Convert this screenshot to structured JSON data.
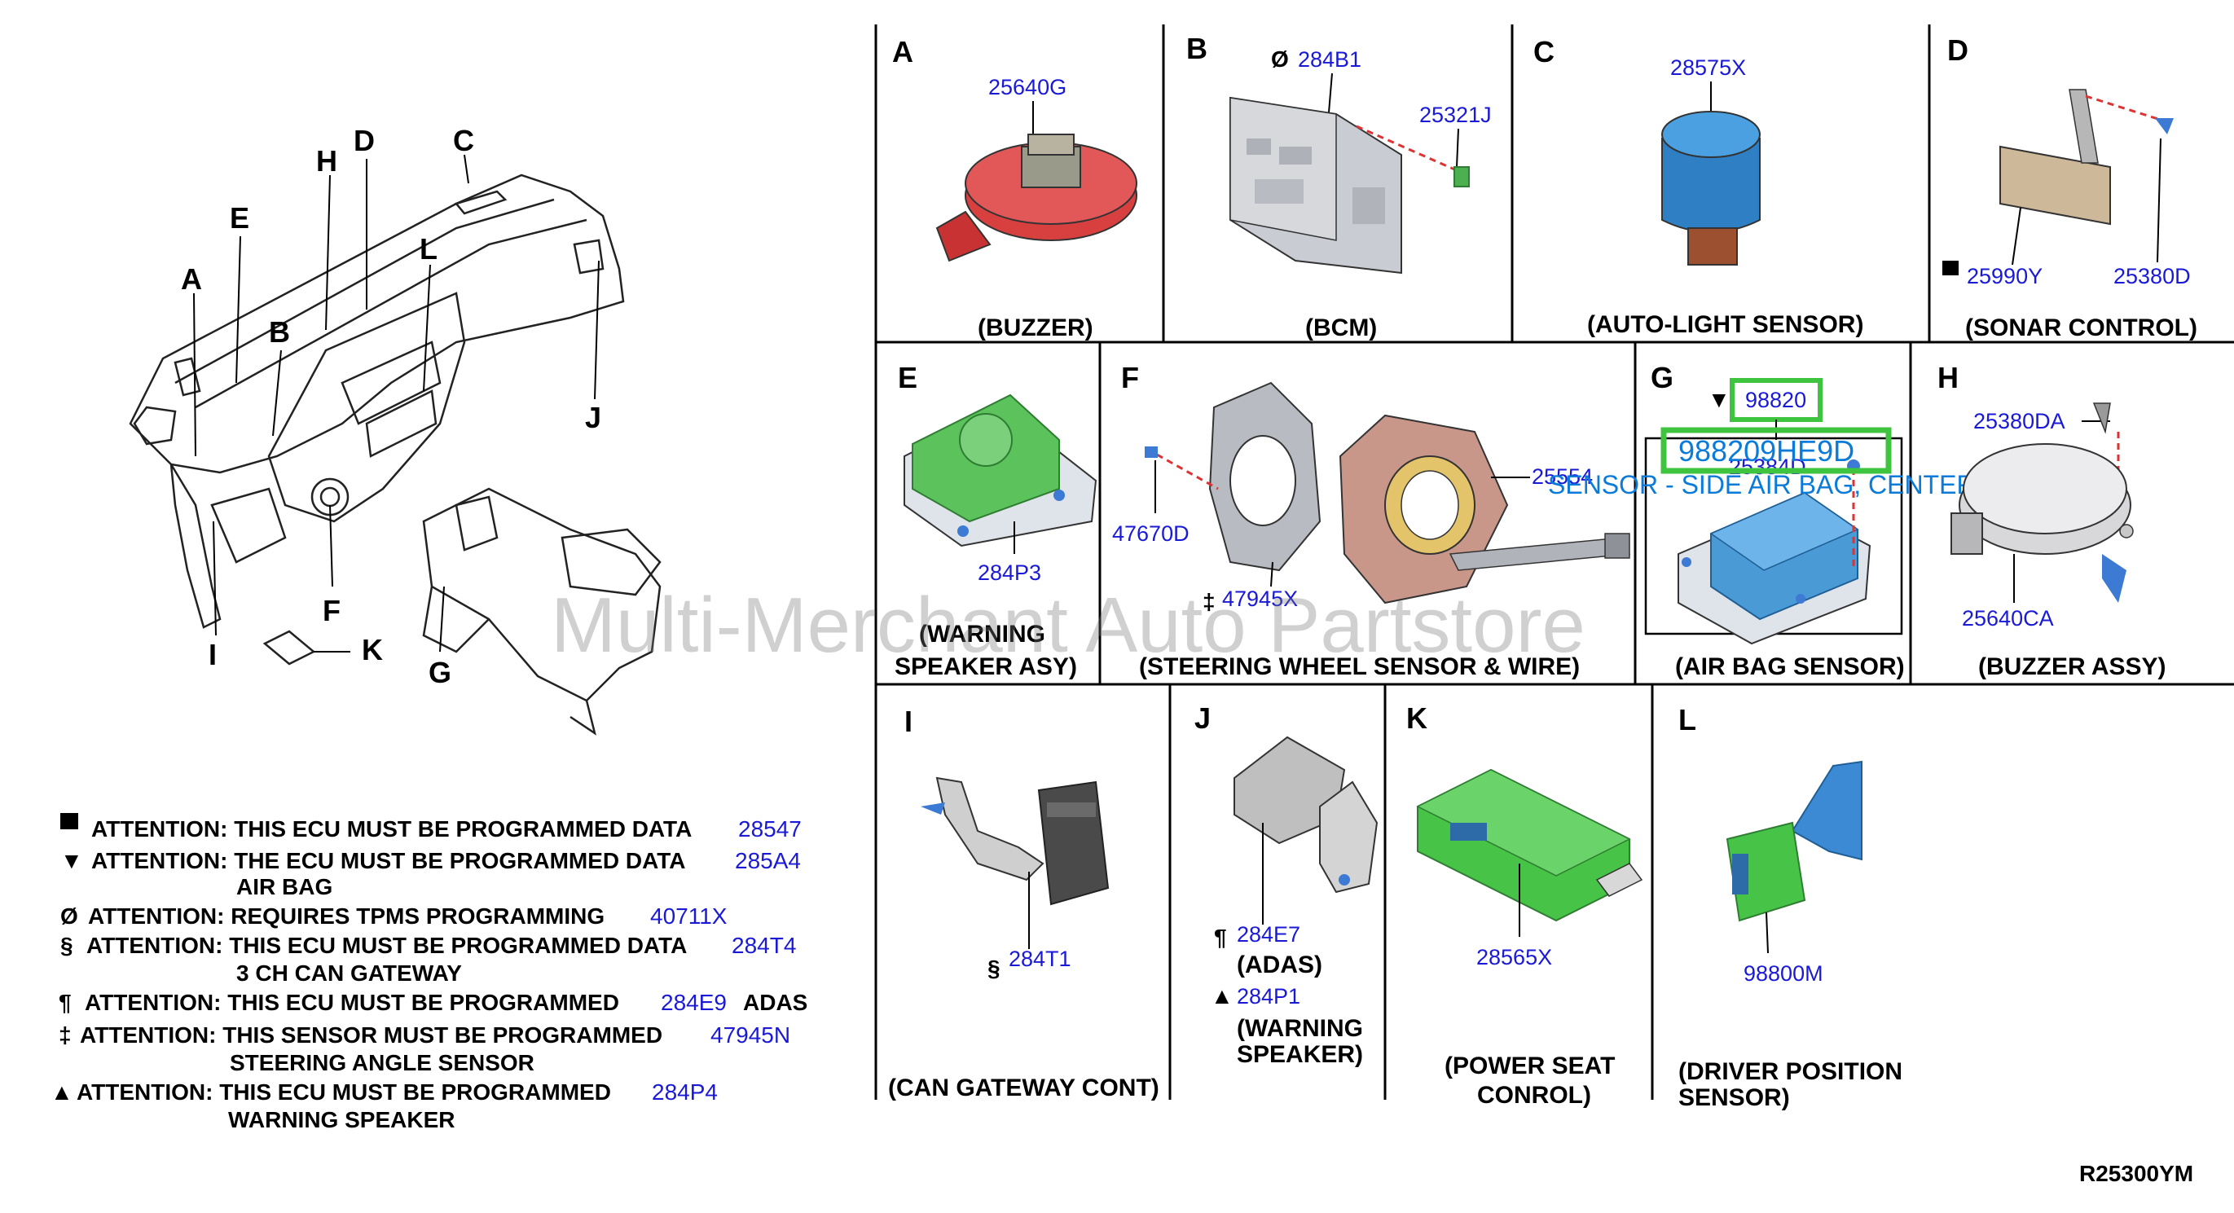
{
  "diagram_id": "R25300YM",
  "watermark": "Multi-Merchant Auto Partstore",
  "overview_letters": [
    "A",
    "B",
    "C",
    "D",
    "E",
    "F",
    "G",
    "H",
    "I",
    "J",
    "K",
    "L"
  ],
  "panels": {
    "A": {
      "letter": "A",
      "parts": [
        "25640G"
      ],
      "caption": "(BUZZER)"
    },
    "B": {
      "letter": "B",
      "parts": [
        "284B1",
        "25321J"
      ],
      "symbols": [
        "Ø"
      ],
      "caption": "(BCM)"
    },
    "C": {
      "letter": "C",
      "parts": [
        "28575X"
      ],
      "caption": "(AUTO-LIGHT SENSOR)"
    },
    "D": {
      "letter": "D",
      "parts": [
        "25990Y",
        "25380D"
      ],
      "symbols": [
        "■"
      ],
      "caption": "(SONAR CONTROL)"
    },
    "E": {
      "letter": "E",
      "parts": [
        "284P3"
      ],
      "caption_lines": [
        "(WARNING",
        "SPEAKER ASY)"
      ]
    },
    "F": {
      "letter": "F",
      "parts": [
        "47670D",
        "47945X",
        "25554"
      ],
      "symbols": [
        "‡"
      ],
      "caption": "(STEERING WHEEL SENSOR & WIRE)"
    },
    "G": {
      "letter": "G",
      "parts": [
        "98820",
        "25384D"
      ],
      "symbols": [
        "▼"
      ],
      "caption": "(AIR BAG SENSOR)",
      "highlight_part": "988209HE9D",
      "highlight_desc": "SENSOR - SIDE AIR BAG, CENTER"
    },
    "H": {
      "letter": "H",
      "parts": [
        "25380DA",
        "25640CA"
      ],
      "caption": "(BUZZER ASSY)"
    },
    "I": {
      "letter": "I",
      "parts": [
        "284T1"
      ],
      "symbols": [
        "§"
      ],
      "caption": "(CAN GATEWAY CONT)"
    },
    "J": {
      "letter": "J",
      "parts": [
        "284E7",
        "284P1"
      ],
      "symbols": [
        "¶",
        "▲"
      ],
      "labels": [
        "(ADAS)",
        "(WARNING",
        "SPEAKER)"
      ]
    },
    "K": {
      "letter": "K",
      "parts": [
        "28565X"
      ],
      "caption_lines": [
        "(POWER SEAT",
        "CONROL)"
      ]
    },
    "L": {
      "letter": "L",
      "parts": [
        "98800M"
      ],
      "caption_lines": [
        "(DRIVER POSITION",
        "SENSOR)"
      ]
    }
  },
  "notes": [
    {
      "symbol": "■",
      "text": "ATTENTION: THIS ECU MUST BE PROGRAMMED DATA",
      "part": "28547",
      "sub": ""
    },
    {
      "symbol": "▼",
      "text": "ATTENTION: THE ECU MUST BE PROGRAMMED DATA",
      "part": "285A4",
      "sub": "AIR BAG"
    },
    {
      "symbol": "Ø",
      "text": "ATTENTION: REQUIRES TPMS PROGRAMMING",
      "part": "40711X",
      "sub": ""
    },
    {
      "symbol": "§",
      "text": "ATTENTION: THIS ECU MUST BE PROGRAMMED DATA",
      "part": "284T4",
      "sub": "3 CH CAN GATEWAY"
    },
    {
      "symbol": "¶",
      "text": "ATTENTION: THIS ECU MUST BE PROGRAMMED",
      "part": "284E9",
      "suffix": "ADAS",
      "sub": ""
    },
    {
      "symbol": "‡",
      "text": "ATTENTION: THIS SENSOR MUST BE PROGRAMMED",
      "part": "47945N",
      "sub": "STEERING ANGLE SENSOR"
    },
    {
      "symbol": "▲",
      "text": "ATTENTION: THIS ECU MUST BE PROGRAMMED",
      "part": "284P4",
      "sub": "WARNING SPEAKER"
    }
  ],
  "colors": {
    "part_number": "#1a1ad6",
    "highlight_box": "#3ec43e",
    "overlay_text": "#0a7bd8",
    "buzzer_red": "#d84040",
    "bcm_grey": "#c9ccd2",
    "autolight_blue": "#3c8fd0",
    "sonar_tan": "#cdb99a",
    "speaker_green": "#5cc35c",
    "airbag_blue": "#4a9ad6",
    "spiral_pink": "#c8978a",
    "gateway_dark": "#4a4a4a",
    "module_green": "#47c447"
  }
}
